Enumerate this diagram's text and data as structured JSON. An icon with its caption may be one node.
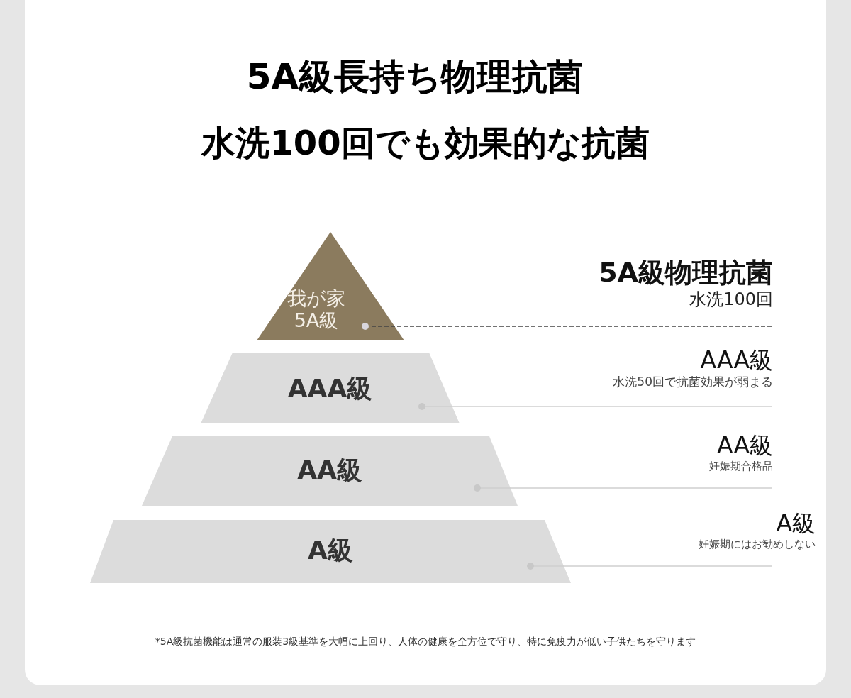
{
  "diagram": {
    "title": "5A級長持ち物理抗菌",
    "nodes": [
      {
        "text": [
          "我が家",
          "5A級"
        ]
      },
      {
        "text": [
          "AAA級"
        ]
      },
      {
        "text": [
          "AA級"
        ]
      },
      {
        "text": [
          "A級"
        ]
      },
      {
        "text": [
          "5A級物理抗菌",
          "水洗100回"
        ]
      },
      {
        "text": [
          "AAA級",
          "水洗50回で抗菌効果が弱まる"
        ]
      },
      {
        "text": [
          "AA級",
          "妊娠期合格品"
        ]
      },
      {
        "text": [
          "A級",
          "妊娠期にはお勧めしない"
        ]
      }
    ],
    "edges": [
      {
        "from": 0,
        "to": 4,
        "arrow": "other",
        "style": "dashed",
        "color": "#444444"
      },
      {
        "from": 1,
        "to": 5,
        "arrow": "other"
      },
      {
        "from": 2,
        "to": 6,
        "arrow": "other"
      },
      {
        "from": 3,
        "to": 7,
        "arrow": "other"
      }
    ],
    "labels": [
      "水洗100回でも効果的な抗菌"
    ],
    "caption": "*5A級抗菌機能は通常の服装3級基準を大幅に上回り、人体の健康を全方位で守り、特に免疫力が低い子供たちを守ります"
  }
}
